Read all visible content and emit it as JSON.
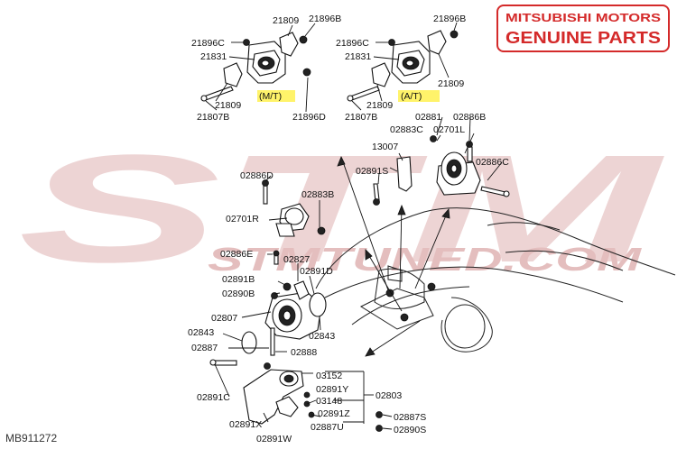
{
  "badge": {
    "line1": "MITSUBISHI MOTORS",
    "line2": "GENUINE PARTS",
    "color": "#d42a2a"
  },
  "watermark": {
    "big": "STM",
    "small": "STMTUNED.COM",
    "color": "#e9c9c9"
  },
  "highlight_color": "#fff36a",
  "variants": {
    "mt": "(M/T)",
    "at": "(A/T)"
  },
  "diagram_code": "MB911272",
  "labels": {
    "mt_21809_top": "21809",
    "mt_21896b": "21896B",
    "mt_21896c": "21896C",
    "mt_21831": "21831",
    "mt_21809_bottom": "21809",
    "mt_21807b": "21807B",
    "mt_21896d": "21896D",
    "at_21896b": "21896B",
    "at_21896c": "21896C",
    "at_21831": "21831",
    "at_21809_right": "21809",
    "at_21807b": "21807B",
    "at_21809_bottom": "21809",
    "p02881": "02881",
    "p02886b": "02886B",
    "p02883c": "02883C",
    "p02701l": "02701L",
    "p13007": "13007",
    "p02886c": "02886C",
    "p02891s": "02891S",
    "p02886d": "02886D",
    "p02883b": "02883B",
    "p02701r": "02701R",
    "p02886e": "02886E",
    "p02827": "02827",
    "p02891b": "02891B",
    "p02891d": "02891D",
    "p02890b": "02890B",
    "p02807": "02807",
    "p02843_left": "02843",
    "p02843_right": "02843",
    "p02887": "02887",
    "p02888": "02888",
    "p03152": "03152",
    "p02891y": "02891Y",
    "p03148": "03148",
    "p02803": "02803",
    "p02891c": "02891C",
    "p02891z": "02891Z",
    "p02891x": "02891X",
    "p02887u": "02887U",
    "p02891w": "02891W",
    "p02887s": "02887S",
    "p02890s": "02890S"
  }
}
